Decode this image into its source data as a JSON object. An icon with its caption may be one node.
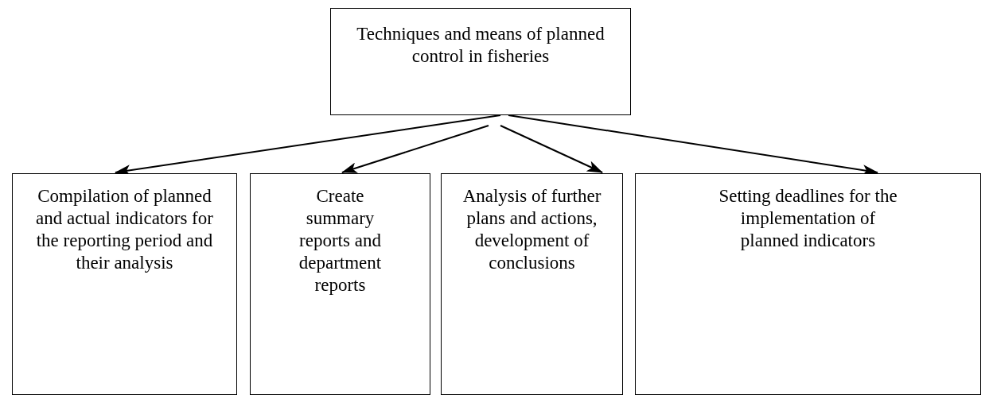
{
  "diagram": {
    "nodes": [
      {
        "text": [
          "Techniques and means of planned control in fisheries"
        ]
      },
      {
        "text": [
          "Compilation of planned and actual indicators for the reporting period and their analysis"
        ]
      },
      {
        "text": [
          "Create summary reports and department reports"
        ]
      },
      {
        "text": [
          "Analysis of further plans and actions, development of conclusions"
        ]
      },
      {
        "text": [
          "Setting deadlines for the implementation of planned indicators"
        ]
      }
    ],
    "edges": [
      {
        "from": 0,
        "to": 1,
        "arrow": "to"
      },
      {
        "from": 0,
        "to": 2,
        "arrow": "to"
      },
      {
        "from": 0,
        "to": 3,
        "arrow": "to"
      },
      {
        "from": 0,
        "to": 4,
        "arrow": "to"
      }
    ]
  }
}
